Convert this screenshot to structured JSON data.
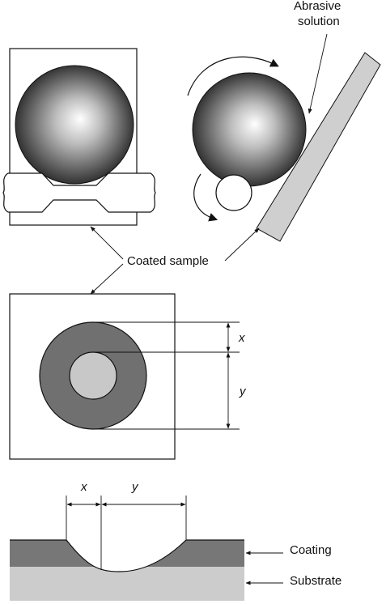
{
  "labels": {
    "abrasive_line1": "Abrasive",
    "abrasive_line2": "solution",
    "coated_sample": "Coated sample",
    "dim_x": "x",
    "dim_y": "y",
    "coating": "Coating",
    "substrate": "Substrate"
  },
  "colors": {
    "coating_fill": "#777777",
    "substrate_fill": "#cccccc",
    "inner_crater_fill": "#c8c8c8",
    "ring_fill": "#707070",
    "plate_fill": "#cfcfcf",
    "line": "#111111"
  }
}
